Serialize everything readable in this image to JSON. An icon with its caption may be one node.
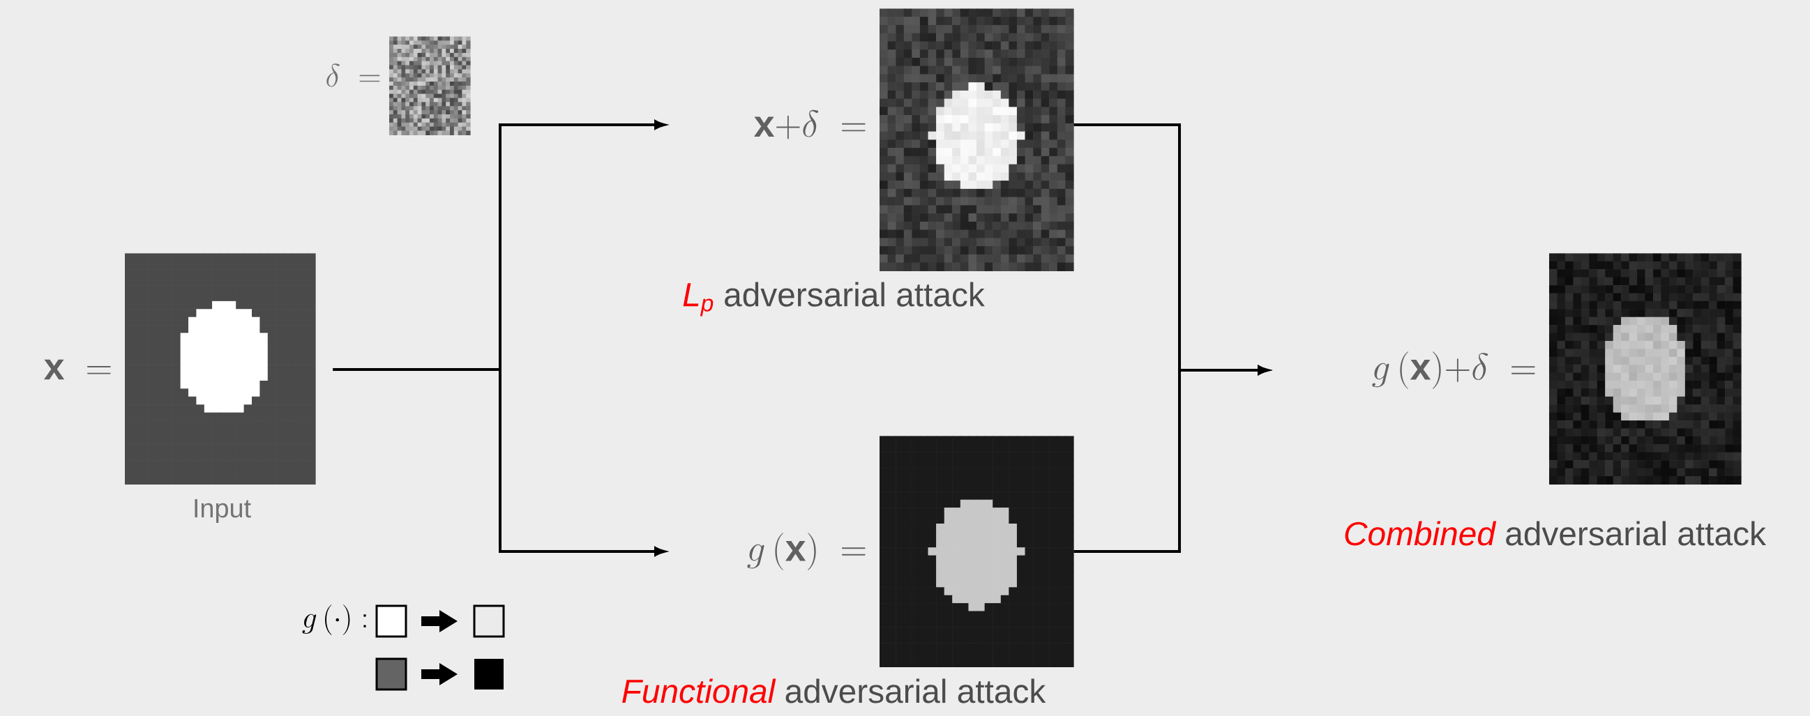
{
  "diagram": {
    "nodes": [
      {
        "text": [
          "\\mathbf{x}\\ ="
        ],
        "beside": [
          "Input"
        ]
      },
      {
        "text": [
          "\\mathbf{x}{+}\\delta\\ ="
        ],
        "beside": [
          "L$_{p}$",
          "adversarial attack"
        ]
      },
      {
        "text": [
          "g\\,(\\mathbf{x})\\ ="
        ],
        "beside": [
          "Functional",
          "adversarial attack"
        ]
      },
      {
        "text": [
          "g\\,(\\mathbf{x}){+}\\delta\\ ="
        ],
        "beside": [
          "Combined",
          "adversarial attack"
        ]
      }
    ],
    "edges": [
      {
        "from": 0,
        "to": 1,
        "arrow": "to"
      },
      {
        "from": 0,
        "to": 2,
        "arrow": "to"
      },
      {
        "from": 1,
        "to": 3,
        "arrow": "to"
      },
      {
        "from": 2,
        "to": 3,
        "arrow": "to"
      }
    ],
    "labels": [
      "\\delta\\ =",
      "g\\,(\\cdot):"
    ]
  }
}
